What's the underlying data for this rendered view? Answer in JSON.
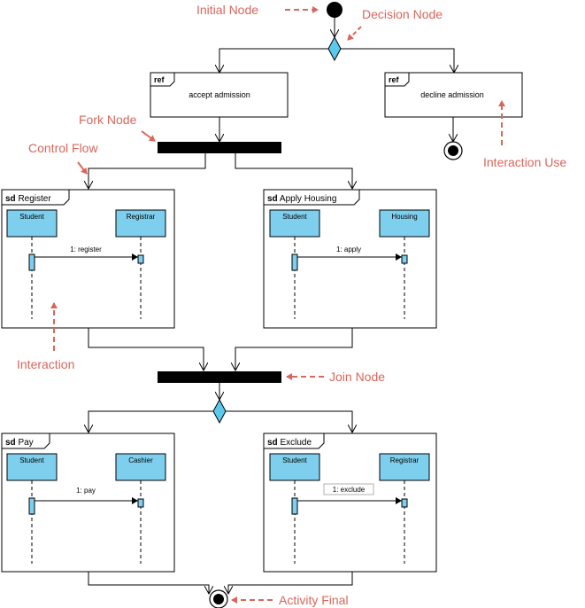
{
  "annotations": {
    "initial_node": "Initial Node",
    "decision_node": "Decision Node",
    "fork_node": "Fork Node",
    "control_flow": "Control Flow",
    "interaction_use": "Interaction Use",
    "interaction": "Interaction",
    "join_node": "Join Node",
    "activity_final": "Activity Final"
  },
  "refs": [
    {
      "keyword": "ref",
      "label": "accept admission"
    },
    {
      "keyword": "ref",
      "label": "decline admission"
    }
  ],
  "interactions": [
    {
      "keyword": "sd",
      "title": "Register",
      "left": "Student",
      "right": "Registrar",
      "message": "1: register"
    },
    {
      "keyword": "sd",
      "title": "Apply Housing",
      "left": "Student",
      "right": "Housing",
      "message": "1: apply"
    },
    {
      "keyword": "sd",
      "title": "Pay",
      "left": "Student",
      "right": "Cashier",
      "message": "1: pay"
    },
    {
      "keyword": "sd",
      "title": "Exclude",
      "left": "Student",
      "right": "Registrar",
      "message": "1: exclude"
    }
  ],
  "colors": {
    "annotation": "#d9665b",
    "lifeline_fill": "#7ecfee",
    "decision_fill": "#5bc8ee",
    "bar": "#000000"
  }
}
